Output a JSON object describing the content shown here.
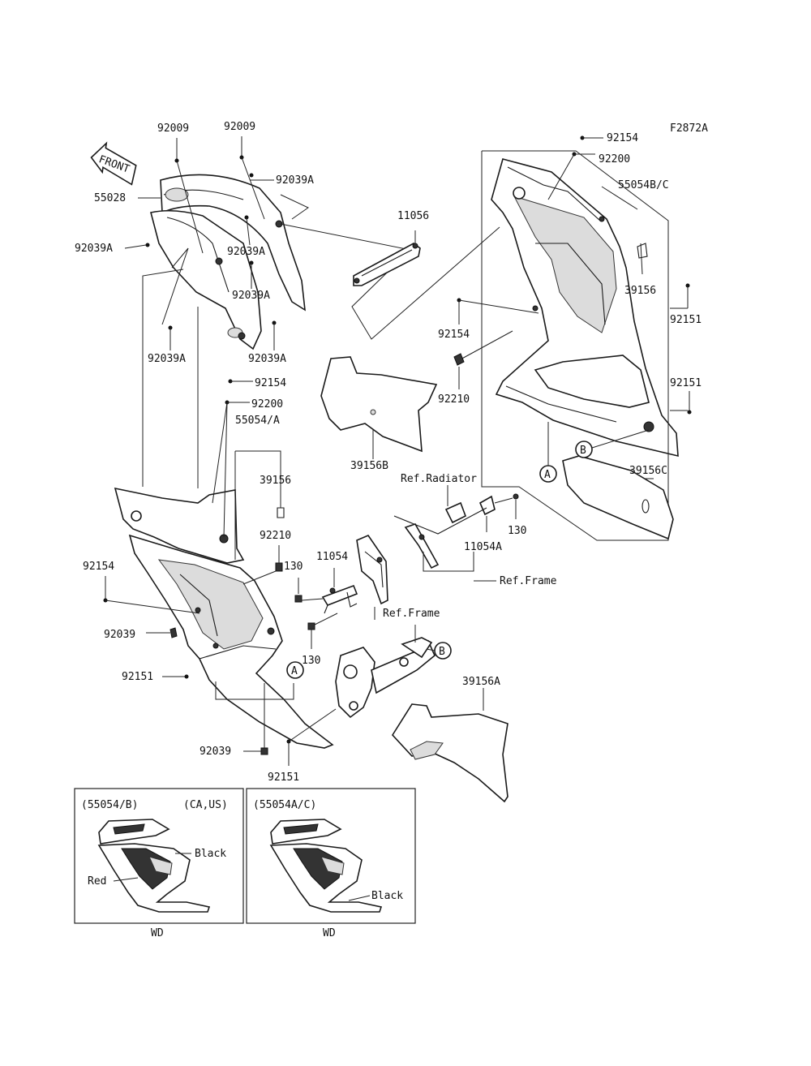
{
  "figure_code": "F2872A",
  "front_label": "FRONT",
  "part_labels": {
    "p92009_a": "92009",
    "p92009_b": "92009",
    "p92039A_top": "92039A",
    "p55028": "55028",
    "p92039A_left": "92039A",
    "p92039A_mid": "92039A",
    "p92039A_mid2": "92039A",
    "p92039A_low": "92039A",
    "p92039A_bottom": "92039A",
    "p11056": "11056",
    "p92154_top": "92154",
    "p92200_top": "92200",
    "p55054BC": "55054B/C",
    "p39156_right": "39156",
    "p92151_r1": "92151",
    "p92154_mid": "92154",
    "p92151_r2": "92151",
    "p92210_mid": "92210",
    "p39156B": "39156B",
    "p39156C": "39156C",
    "p92154_left": "92154",
    "p92200_left": "92200",
    "p55054A": "55054/A",
    "p39156_left": "39156",
    "p92210_left": "92210",
    "p92154_low": "92154",
    "p130_a": "130",
    "p11054": "11054",
    "p92039_a": "92039",
    "p130_b": "130",
    "p92151_left": "92151",
    "p92039_b": "92039",
    "p92151_bottom": "92151",
    "p130_c": "130",
    "p11054A": "11054A",
    "p39156A": "39156A"
  },
  "reference_labels": {
    "radiator": "Ref.Radiator",
    "frame_right": "Ref.Frame",
    "frame_center": "Ref.Frame"
  },
  "callouts": {
    "a1": "A",
    "a2": "A",
    "b1": "B",
    "b2": "B"
  },
  "insets": [
    {
      "code": "(55054/B)",
      "market": "(CA,US)",
      "color_labels": [
        "Black",
        "Red"
      ],
      "caption": "WD"
    },
    {
      "code": "(55054A/C)",
      "market": "",
      "color_labels": [
        "Black"
      ],
      "caption": "WD"
    }
  ]
}
